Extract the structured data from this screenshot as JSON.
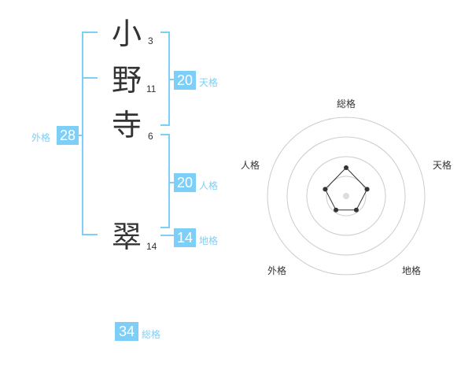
{
  "name": {
    "chars": [
      {
        "char": "小",
        "strokes": "3"
      },
      {
        "char": "野",
        "strokes": "11"
      },
      {
        "char": "寺",
        "strokes": "6"
      },
      {
        "char": "翠",
        "strokes": "14"
      }
    ]
  },
  "grades": {
    "tenkaku": {
      "value": "20",
      "label": "天格"
    },
    "jinkaku": {
      "value": "20",
      "label": "人格"
    },
    "chikaku": {
      "value": "14",
      "label": "地格"
    },
    "gaikaku": {
      "value": "28",
      "label": "外格"
    },
    "soukaku": {
      "value": "34",
      "label": "総格"
    }
  },
  "radar": {
    "axes": [
      "総格",
      "天格",
      "地格",
      "外格",
      "人格"
    ],
    "values": [
      0.36,
      0.28,
      0.22,
      0.22,
      0.28
    ],
    "colors": {
      "ring": "#cccccc",
      "line": "#333333",
      "center": "#dddddd"
    }
  },
  "colors": {
    "accent": "#7dcff7"
  }
}
